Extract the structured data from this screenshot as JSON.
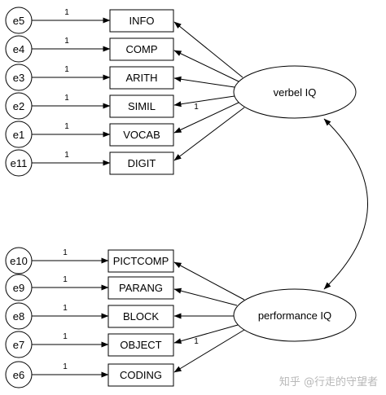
{
  "errors": [
    "e5",
    "e4",
    "e3",
    "e2",
    "e1",
    "e11",
    "e10",
    "e9",
    "e8",
    "e7",
    "e6"
  ],
  "indicators": [
    "INFO",
    "COMP",
    "ARITH",
    "SIMIL",
    "VOCAB",
    "DIGIT",
    "PICTCOMP",
    "PARANG",
    "BLOCK",
    "OBJECT",
    "CODING"
  ],
  "latents": [
    "verbel IQ",
    "performance IQ"
  ],
  "error_loading_label": "1",
  "factor_loading_label": "1",
  "watermark": "知乎 @行走的守望者"
}
